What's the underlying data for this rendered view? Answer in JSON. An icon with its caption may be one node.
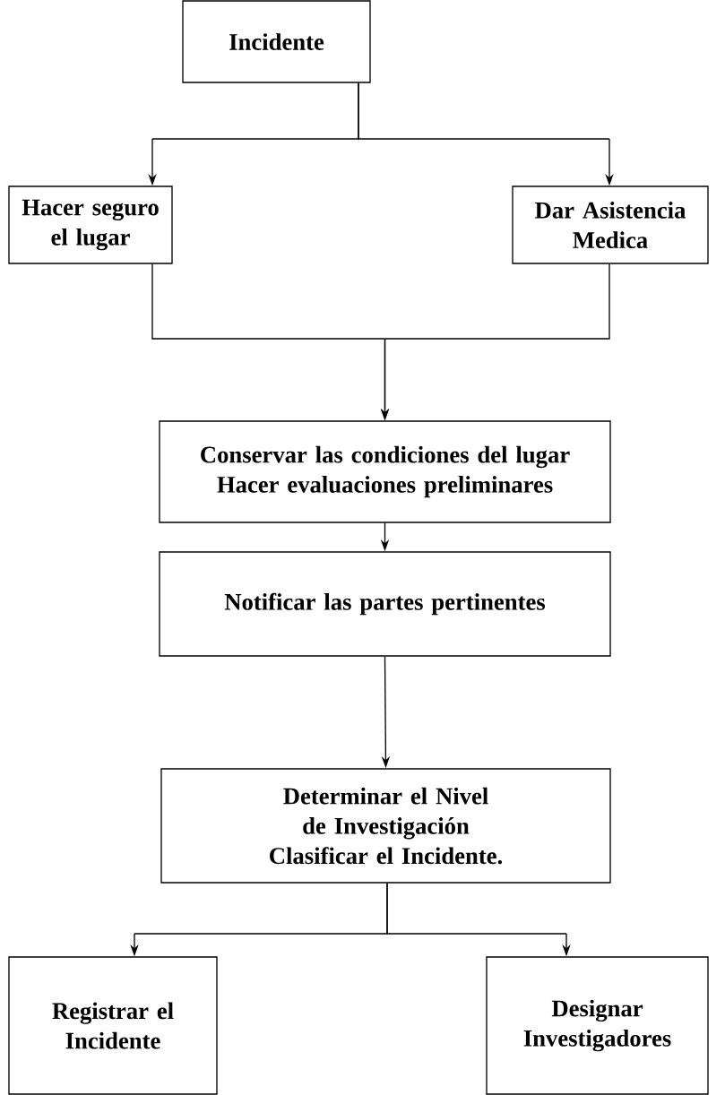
{
  "diagram": {
    "nodes": [
      {
        "text": [
          "Incidente"
        ]
      },
      {
        "text": [
          "Hacer seguro el lugar"
        ]
      },
      {
        "text": [
          "Dar Asistencia Medica"
        ]
      },
      {
        "text": [
          "Conservar las condiciones del lugar",
          "Hacer evaluaciones preliminares"
        ]
      },
      {
        "text": [
          "Notificar las partes pertinentes"
        ]
      },
      {
        "text": [
          "Determinar el Nivel de Investigación",
          "Clasificar el Incidente."
        ]
      },
      {
        "text": [
          "Registrar el Incidente"
        ]
      },
      {
        "text": [
          "Designar Investigadores"
        ]
      }
    ],
    "edges": [
      {
        "from": 0,
        "to": 1,
        "arrow": "to"
      },
      {
        "from": 0,
        "to": 2,
        "arrow": "to"
      },
      {
        "from": 1,
        "to": 3,
        "arrow": "to"
      },
      {
        "from": 2,
        "to": 3,
        "arrow": "to"
      },
      {
        "from": 3,
        "to": 4,
        "arrow": "to"
      },
      {
        "from": 4,
        "to": 5,
        "arrow": "to"
      },
      {
        "from": 5,
        "to": 6,
        "arrow": "to"
      },
      {
        "from": 5,
        "to": 7,
        "arrow": "to"
      }
    ]
  }
}
